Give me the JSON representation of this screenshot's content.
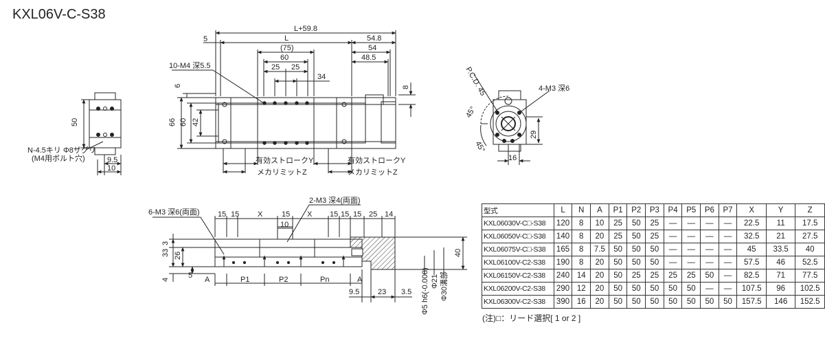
{
  "title": "KXL06V-C-S38",
  "front_view": {
    "dims": {
      "top_total": "L+59.8",
      "left_5": "5",
      "L": "L",
      "r_548": "54.8",
      "r_54": "54",
      "r_485": "48.5",
      "p75": "(75)",
      "d60": "60",
      "d25a": "25",
      "d25b": "25",
      "d34": "34",
      "v6": "6",
      "v66": "66",
      "v60": "60",
      "v42": "42",
      "v8": "8"
    },
    "tap_label": "10-M4 深5.5",
    "stroke_label_left": "有効ストロークY",
    "mech_label_left": "メカリミットZ",
    "stroke_label_right": "有効ストロークY",
    "mech_label_right": "メカリミットZ"
  },
  "side_view": {
    "v50": "50",
    "h95": "9.5",
    "h10": "10",
    "hole_label_1": "N-4.5キリ Φ8ザグリ",
    "hole_label_2": "(M4用ボルト穴)"
  },
  "end_view": {
    "pcd": "P.C.D. 45",
    "tap": "4-M3 深6",
    "ang1": "45°",
    "ang2": "45°",
    "v29": "29",
    "h16": "16"
  },
  "bottom_view": {
    "tap_left": "6-M3 深6(両面)",
    "tap_mid": "2-M3 深4(両面)",
    "top_dims": [
      "15",
      "15",
      "X",
      "15",
      "X",
      "15",
      "15",
      "15",
      "25",
      "14"
    ],
    "d10": "10",
    "v3": "3",
    "v33": "33",
    "v26": "26",
    "v4": "4",
    "v5": "5",
    "v40": "40",
    "bottom_labels": [
      "A",
      "P1",
      "P2",
      "Pn",
      "A"
    ],
    "d95": "9.5",
    "d23": "23",
    "d35": "3.5",
    "phi5": "Φ5 h6(-0.008)",
    "phi21": "Φ21",
    "phi30": "Φ30溝部"
  },
  "table": {
    "headers": [
      "型式",
      "L",
      "N",
      "A",
      "P1",
      "P2",
      "P3",
      "P4",
      "P5",
      "P6",
      "P7",
      "X",
      "Y",
      "Z"
    ],
    "rows": [
      [
        "KXL06030V-C□-S38",
        "120",
        "8",
        "10",
        "25",
        "50",
        "25",
        "—",
        "—",
        "—",
        "—",
        "22.5",
        "11",
        "17.5"
      ],
      [
        "KXL06050V-C□-S38",
        "140",
        "8",
        "20",
        "25",
        "50",
        "25",
        "—",
        "—",
        "—",
        "—",
        "32.5",
        "21",
        "27.5"
      ],
      [
        "KXL06075V-C□-S38",
        "165",
        "8",
        "7.5",
        "50",
        "50",
        "50",
        "—",
        "—",
        "—",
        "—",
        "45",
        "33.5",
        "40"
      ],
      [
        "KXL06100V-C2-S38",
        "190",
        "8",
        "20",
        "50",
        "50",
        "50",
        "—",
        "—",
        "—",
        "—",
        "57.5",
        "46",
        "52.5"
      ],
      [
        "KXL06150V-C2-S38",
        "240",
        "14",
        "20",
        "50",
        "25",
        "25",
        "25",
        "25",
        "50",
        "—",
        "82.5",
        "71",
        "77.5"
      ],
      [
        "KXL06200V-C2-S38",
        "290",
        "12",
        "20",
        "50",
        "50",
        "50",
        "50",
        "50",
        "—",
        "—",
        "107.5",
        "96",
        "102.5"
      ],
      [
        "KXL06300V-C2-S38",
        "390",
        "16",
        "20",
        "50",
        "50",
        "50",
        "50",
        "50",
        "50",
        "50",
        "157.5",
        "146",
        "152.5"
      ]
    ],
    "note": "(注)□：リード選択[ 1 or 2 ]"
  }
}
